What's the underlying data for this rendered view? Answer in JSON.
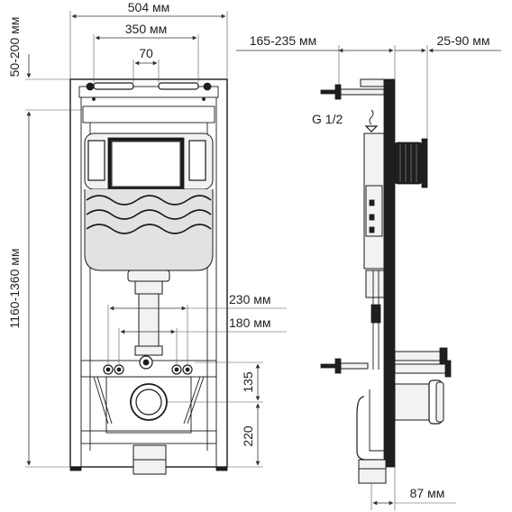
{
  "front_view": {
    "dimensions": {
      "total_width": "504 мм",
      "rail_width": "350 мм",
      "center_gap": "70",
      "adjust_top": "50-200 мм",
      "height_range": "1160-1360 мм",
      "bolt_spacing_wide": "230 мм",
      "bolt_spacing_narrow": "180 мм",
      "outlet_offset": "135",
      "outlet_height": "220"
    }
  },
  "side_view": {
    "dimensions": {
      "wall_offset": "165-235 мм",
      "panel_depth": "25-90 мм",
      "outlet_depth": "87 мм"
    },
    "labels": {
      "water_inlet": "G 1/2"
    }
  }
}
